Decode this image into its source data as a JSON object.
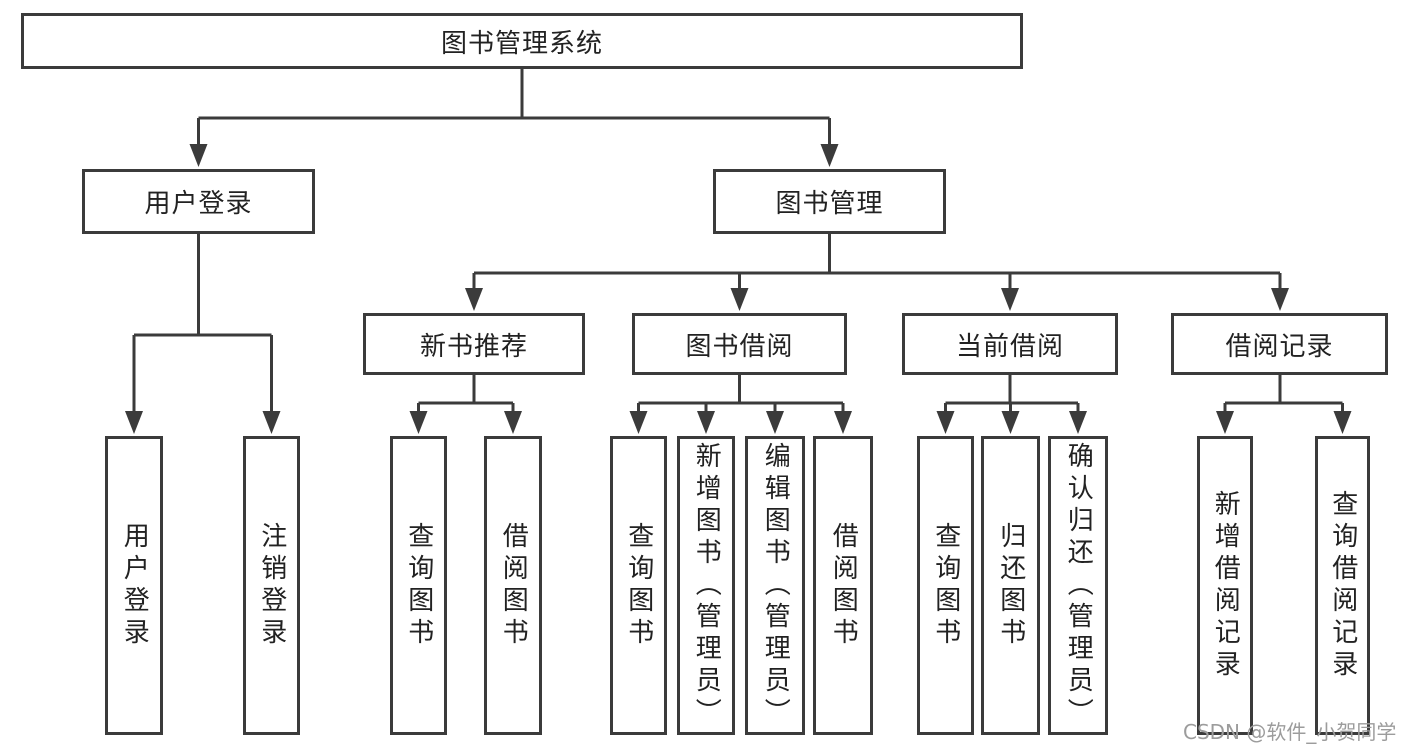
{
  "tree": {
    "root": "图书管理系统",
    "branches": [
      {
        "label": "用户登录",
        "leaves": [
          "用户登录",
          "注销登录"
        ]
      },
      {
        "label": "图书管理",
        "groups": [
          {
            "label": "新书推荐",
            "leaves": [
              "查询图书",
              "借阅图书"
            ]
          },
          {
            "label": "图书借阅",
            "leaves": [
              "查询图书",
              "新增图书（管理员）",
              "编辑图书（管理员）",
              "借阅图书"
            ]
          },
          {
            "label": "当前借阅",
            "leaves": [
              "查询图书",
              "归还图书",
              "确认归还（管理员）"
            ]
          },
          {
            "label": "借阅记录",
            "leaves": [
              "新增借阅记录",
              "查询借阅记录"
            ]
          }
        ]
      }
    ]
  },
  "watermark": "CSDN @软件_小贺同学",
  "colors": {
    "line": "#3b3b3b",
    "text": "#222222",
    "background": "#ffffff",
    "watermark_gray": "#9c9c9c"
  }
}
